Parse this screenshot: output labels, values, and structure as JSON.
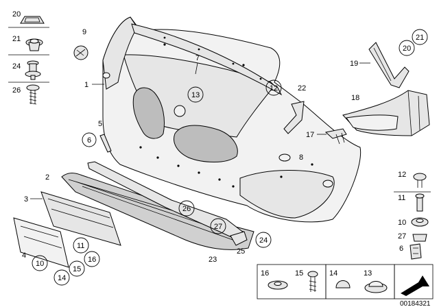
{
  "callouts": {
    "c1": "1",
    "c2": "2",
    "c3": "3",
    "c4": "4",
    "c5": "5",
    "c6": "6",
    "c7": "7",
    "c8": "8",
    "c9": "9",
    "c10": "10",
    "c11": "11",
    "c12": "12",
    "c13": "13",
    "c14": "14",
    "c15": "15",
    "c16": "16",
    "c17": "17",
    "c18": "18",
    "c19": "19",
    "c20": "20",
    "c21": "21",
    "c22": "22",
    "c23": "23",
    "c24": "24",
    "c25": "25",
    "c26": "26",
    "c27": "27"
  },
  "left_column": [
    "20",
    "21",
    "24",
    "26"
  ],
  "right_column": [
    "12",
    "11",
    "10",
    "27",
    "6"
  ],
  "bottom_strip": [
    "16",
    "15",
    "14",
    "13"
  ],
  "reference_number": "00184321"
}
